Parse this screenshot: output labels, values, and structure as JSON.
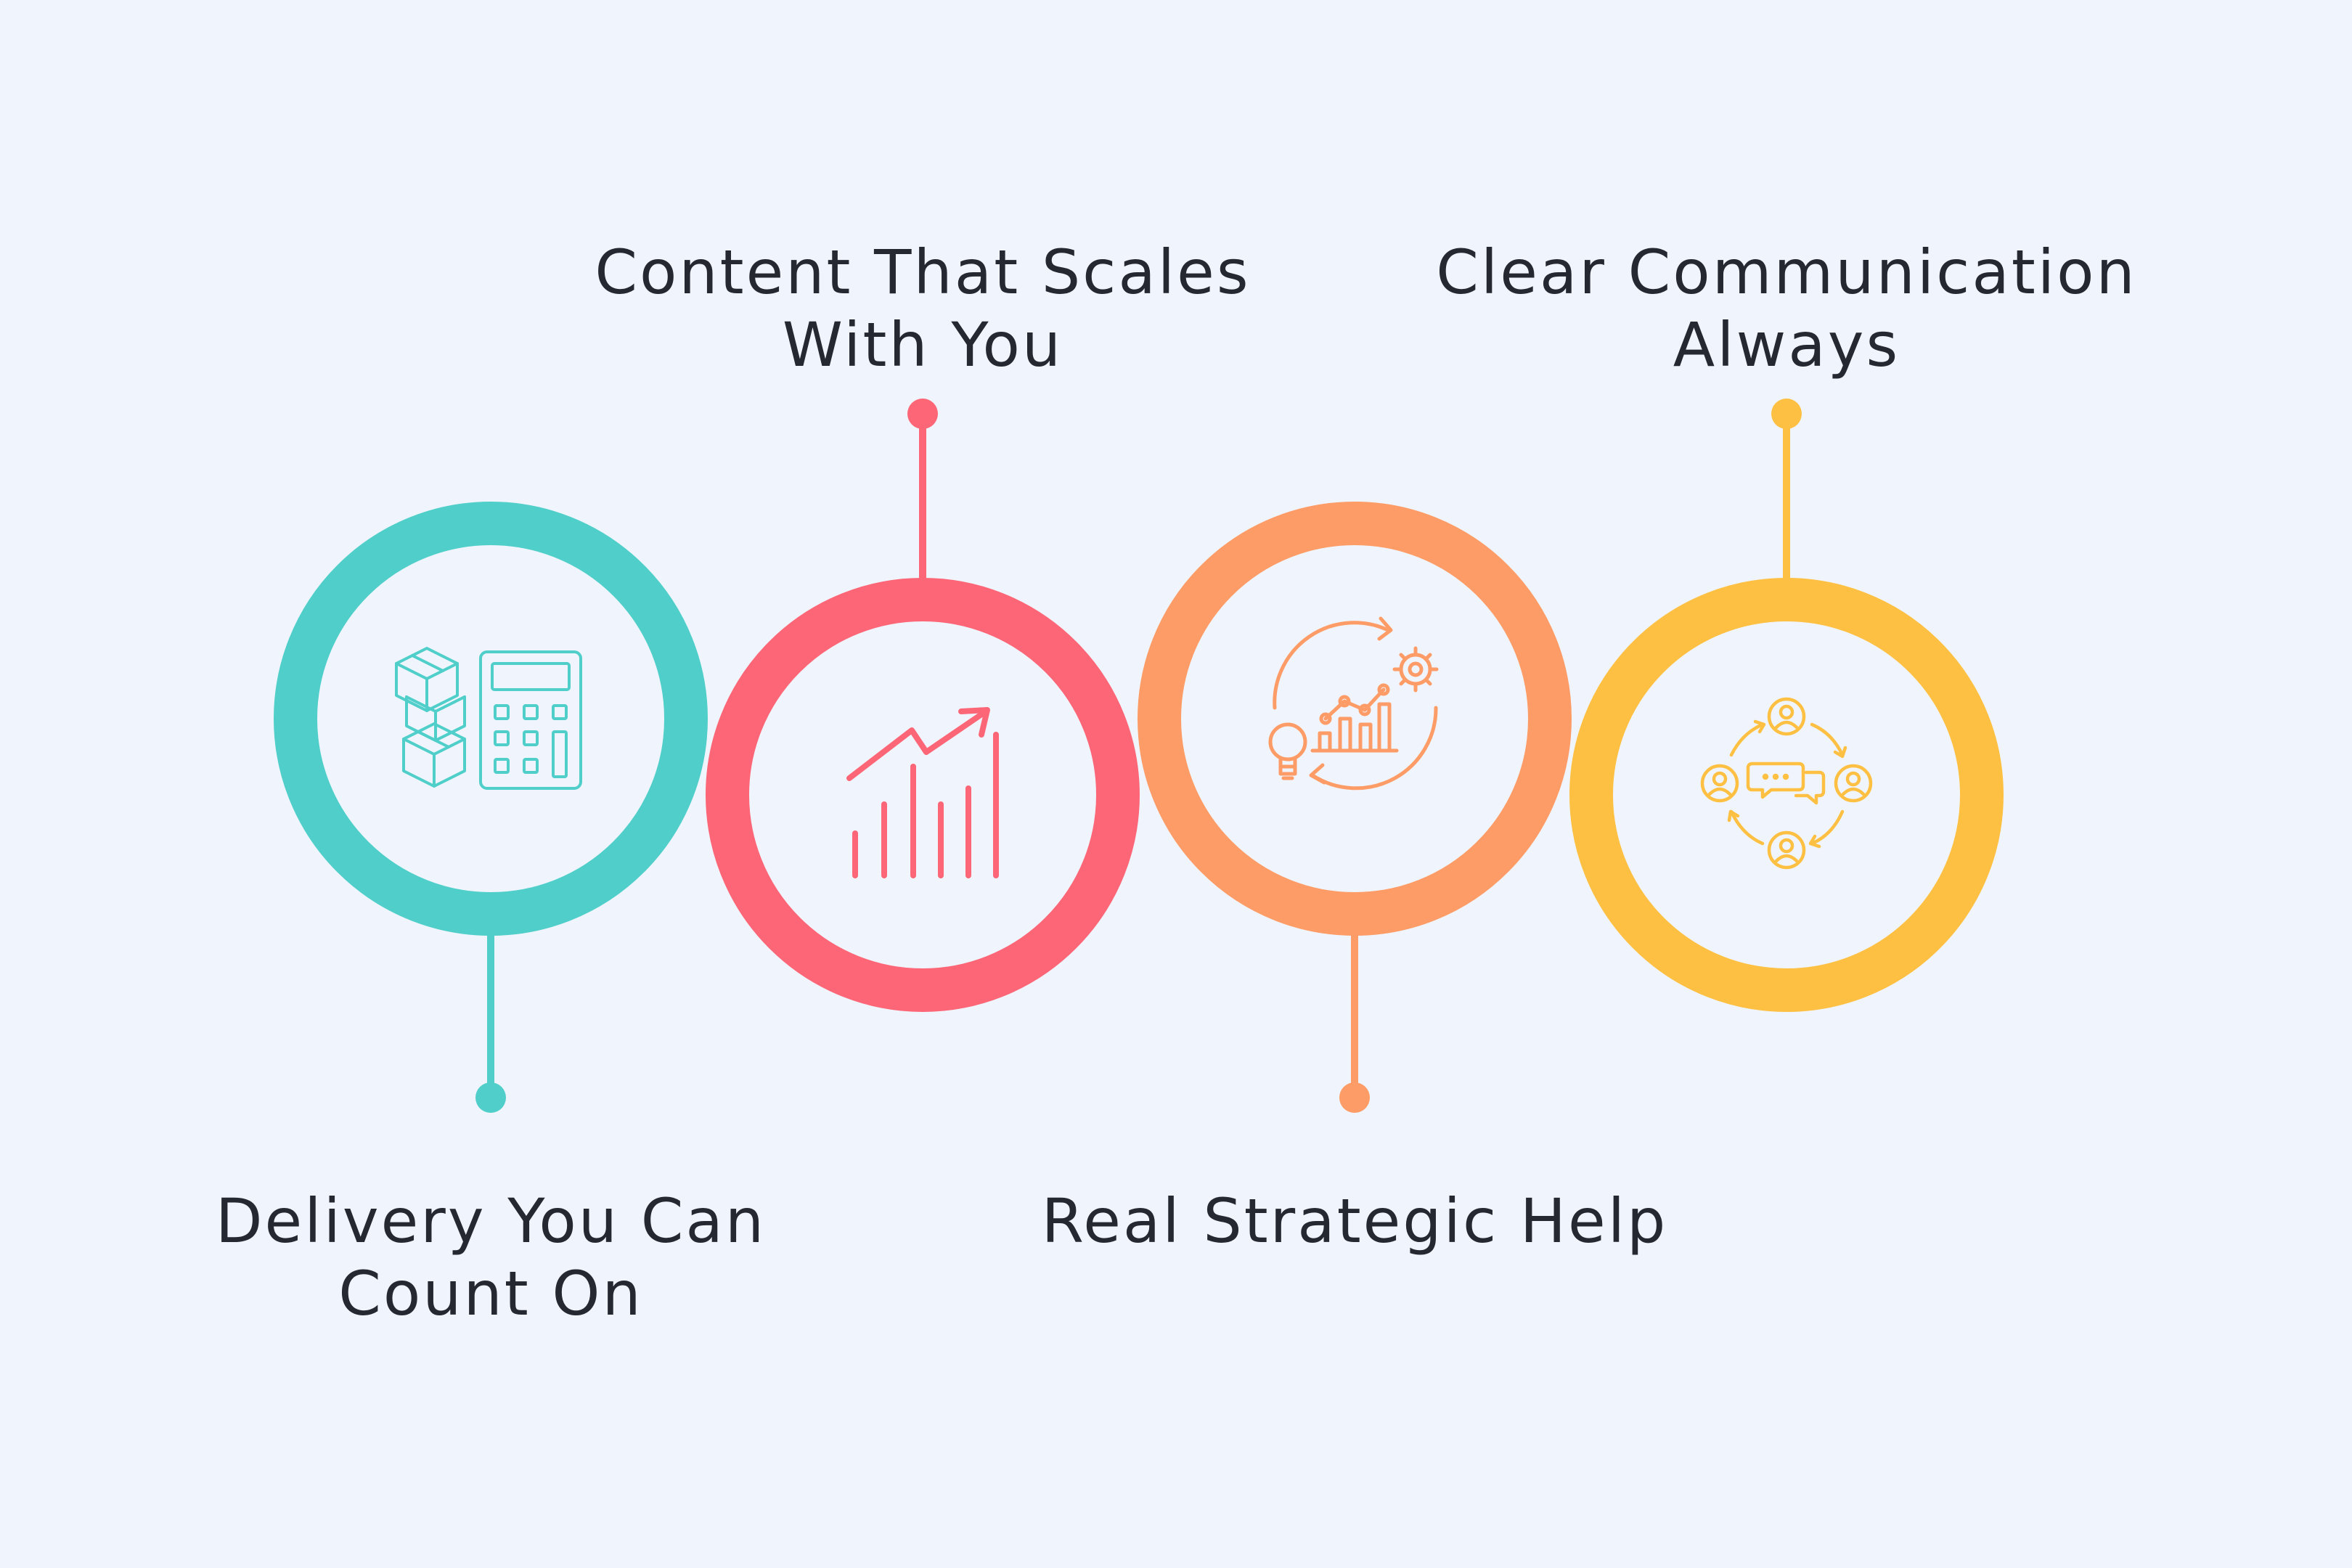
{
  "colors": {
    "background": "#f0f5fd",
    "text": "#252830"
  },
  "steps": [
    {
      "lines": [
        "Delivery You Can",
        "Count On"
      ],
      "color": "#50cfca",
      "icon": "boxes-calculator-icon",
      "label_position": "below"
    },
    {
      "lines": [
        "Content That Scales",
        "With You"
      ],
      "color": "#fd6676",
      "icon": "growth-chart-icon",
      "label_position": "above"
    },
    {
      "lines": [
        "Real Strategic Help"
      ],
      "color": "#fd9c66",
      "icon": "strategy-idea-gear-icon",
      "label_position": "below"
    },
    {
      "lines": [
        "Clear Communication",
        "Always"
      ],
      "color": "#fdc043",
      "icon": "team-conversation-icon",
      "label_position": "above"
    }
  ]
}
